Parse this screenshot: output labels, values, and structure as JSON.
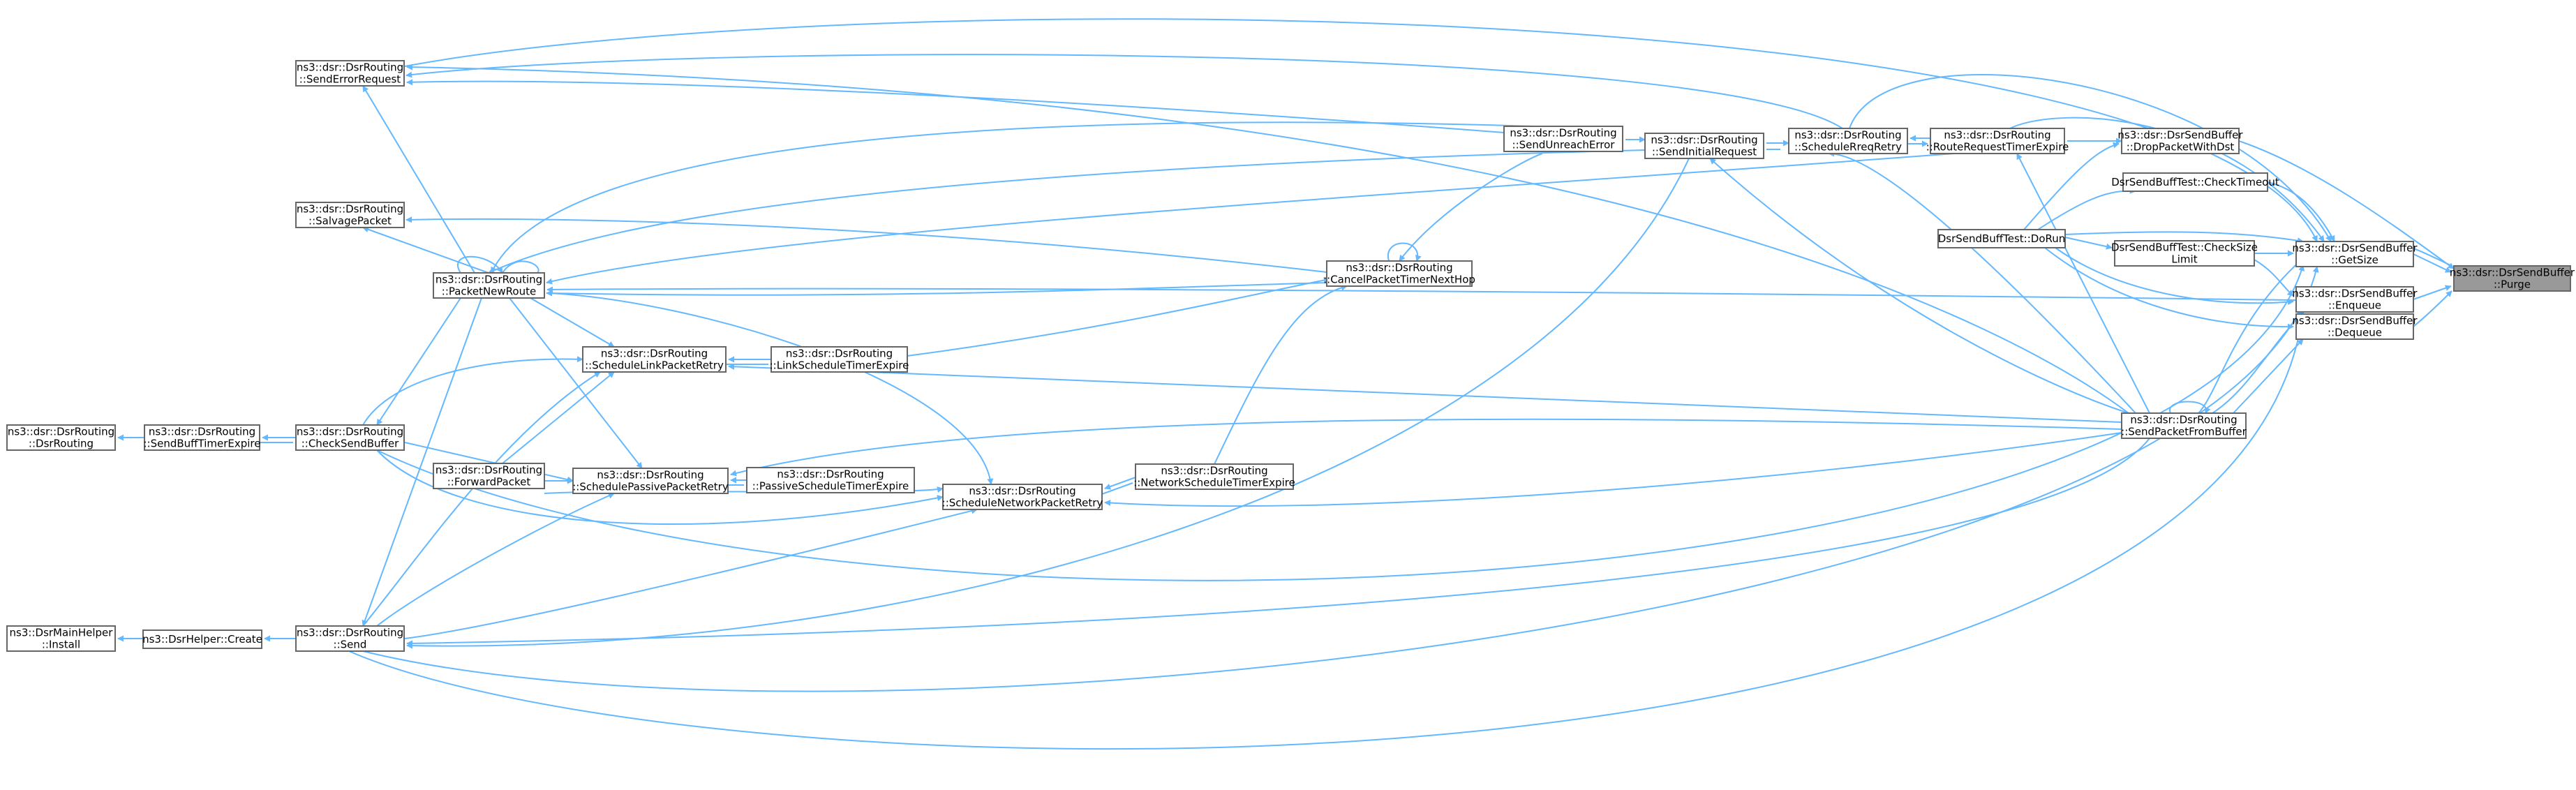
{
  "graph": {
    "highlight": "purge",
    "colors": {
      "edge": "#63b8ff",
      "node_border": "#666666",
      "node_fill": "#ffffff",
      "highlight_fill": "#999999"
    },
    "nodes": [
      {
        "id": "purge",
        "lines": [
          "ns3::dsr::DsrSendBuffer",
          "::Purge"
        ]
      },
      {
        "id": "getsize",
        "lines": [
          "ns3::dsr::DsrSendBuffer",
          "::GetSize"
        ]
      },
      {
        "id": "enqueue",
        "lines": [
          "ns3::dsr::DsrSendBuffer",
          "::Enqueue"
        ]
      },
      {
        "id": "dequeue",
        "lines": [
          "ns3::dsr::DsrSendBuffer",
          "::Dequeue"
        ]
      },
      {
        "id": "dropwithdst",
        "lines": [
          "ns3::dsr::DsrSendBuffer",
          "::DropPacketWithDst"
        ]
      },
      {
        "id": "checktimeout",
        "lines": [
          "DsrSendBuffTest::CheckTimeout"
        ]
      },
      {
        "id": "checksizelimit",
        "lines": [
          "DsrSendBuffTest::CheckSize",
          "Limit"
        ]
      },
      {
        "id": "dorun",
        "lines": [
          "DsrSendBuffTest::DoRun"
        ]
      },
      {
        "id": "rrtexpire",
        "lines": [
          "ns3::dsr::DsrRouting",
          "::RouteRequestTimerExpire"
        ]
      },
      {
        "id": "schedulereqretry",
        "lines": [
          "ns3::dsr::DsrRouting",
          "::ScheduleRreqRetry"
        ]
      },
      {
        "id": "sendinitialrequest",
        "lines": [
          "ns3::dsr::DsrRouting",
          "::SendInitialRequest"
        ]
      },
      {
        "id": "sendunreacherror",
        "lines": [
          "ns3::dsr::DsrRouting",
          "::SendUnreachError"
        ]
      },
      {
        "id": "senderrorrequest",
        "lines": [
          "ns3::dsr::DsrRouting",
          "::SendErrorRequest"
        ]
      },
      {
        "id": "salvagepacket",
        "lines": [
          "ns3::dsr::DsrRouting",
          "::SalvagePacket"
        ]
      },
      {
        "id": "packetnewroute",
        "lines": [
          "ns3::dsr::DsrRouting",
          "::PacketNewRoute"
        ]
      },
      {
        "id": "cancelpackettimer",
        "lines": [
          "ns3::dsr::DsrRouting",
          "::CancelPacketTimerNextHop"
        ]
      },
      {
        "id": "linkscheduletimerexpire",
        "lines": [
          "ns3::dsr::DsrRouting",
          "::LinkScheduleTimerExpire"
        ]
      },
      {
        "id": "schedulelinkretry",
        "lines": [
          "ns3::dsr::DsrRouting",
          "::ScheduleLinkPacketRetry"
        ]
      },
      {
        "id": "schedulepassiveretry",
        "lines": [
          "ns3::dsr::DsrRouting",
          "::SchedulePassivePacketRetry"
        ]
      },
      {
        "id": "passivescheduletimer",
        "lines": [
          "ns3::dsr::DsrRouting",
          "::PassiveScheduleTimerExpire"
        ]
      },
      {
        "id": "networkscheduletimer",
        "lines": [
          "ns3::dsr::DsrRouting",
          "::NetworkScheduleTimerExpire"
        ]
      },
      {
        "id": "schedulenetworkretry",
        "lines": [
          "ns3::dsr::DsrRouting",
          "::ScheduleNetworkPacketRetry"
        ]
      },
      {
        "id": "sendpacketfrombuffer",
        "lines": [
          "ns3::dsr::DsrRouting",
          "::SendPacketFromBuffer"
        ]
      },
      {
        "id": "forwardpacket",
        "lines": [
          "ns3::dsr::DsrRouting",
          "::ForwardPacket"
        ]
      },
      {
        "id": "checksendbuffer",
        "lines": [
          "ns3::dsr::DsrRouting",
          "::CheckSendBuffer"
        ]
      },
      {
        "id": "sendbufftimerexpire",
        "lines": [
          "ns3::dsr::DsrRouting",
          "::SendBuffTimerExpire"
        ]
      },
      {
        "id": "dsrrouting",
        "lines": [
          "ns3::dsr::DsrRouting",
          "::DsrRouting"
        ]
      },
      {
        "id": "send",
        "lines": [
          "ns3::dsr::DsrRouting",
          "::Send"
        ]
      },
      {
        "id": "helpercreate",
        "lines": [
          "ns3::DsrHelper::Create"
        ]
      },
      {
        "id": "mainhelperinstall",
        "lines": [
          "ns3::DsrMainHelper",
          "::Install"
        ]
      }
    ]
  }
}
